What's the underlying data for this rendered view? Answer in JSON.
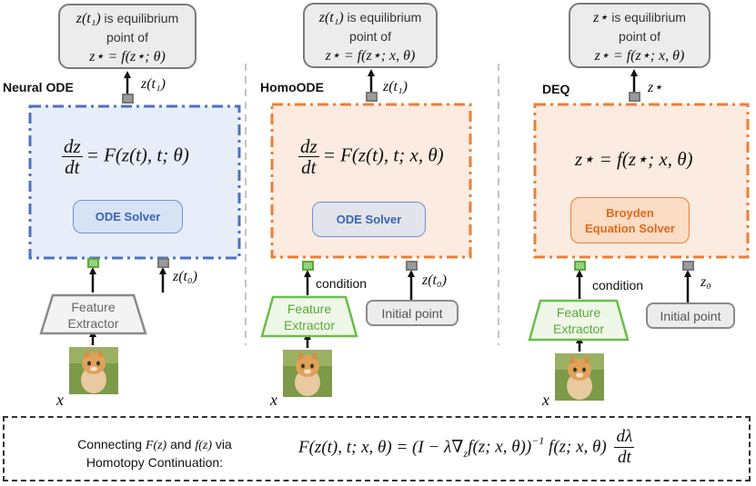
{
  "panels": {
    "neural_ode": {
      "title": "Neural ODE",
      "top_line1_math": "z(t₁)",
      "top_line1_text": " is equilibrium",
      "top_line2": "point of",
      "top_line3_math": "z⋆ = f(z⋆; θ)",
      "output_label": "z(t₁)",
      "equation_lhs_num": "dz",
      "equation_lhs_den": "dt",
      "equation_rhs": "= F(z(t), t; θ)",
      "solver_label": "ODE Solver",
      "initial_label": "z(t₀)",
      "extractor_line1": "Feature",
      "extractor_line2": "Extractor",
      "input_label": "x",
      "box_color": "#4a72c4",
      "box_fill": "#e8eef9"
    },
    "homoode": {
      "title": "HomoODE",
      "top_line1_math": "z(t₁)",
      "top_line1_text": " is equilibrium",
      "top_line2": "point of",
      "top_line3_math": "z⋆ = f(z⋆; x, θ)",
      "output_label": "z(t₁)",
      "equation_lhs_num": "dz",
      "equation_lhs_den": "dt",
      "equation_rhs": "= F(z(t), t; x, θ)",
      "solver_label": "ODE Solver",
      "condition_label": "condition",
      "initial_label": "z(t₀)",
      "initial_point_label": "Initial point",
      "extractor_line1": "Feature",
      "extractor_line2": "Extractor",
      "input_label": "x",
      "box_color": "#ec7f33",
      "box_fill": "#fcebe0"
    },
    "deq": {
      "title": "DEQ",
      "top_line1_math": "z⋆",
      "top_line1_text": " is equilibrium",
      "top_line2": "point of",
      "top_line3_math": "z⋆ = f(z⋆; x, θ)",
      "output_label": "z⋆",
      "equation": "z⋆ = f(z⋆; x, θ)",
      "solver_line1": "Broyden",
      "solver_line2": "Equation Solver",
      "condition_label": "condition",
      "initial_label": "z₀",
      "initial_point_label": "Initial point",
      "extractor_line1": "Feature",
      "extractor_line2": "Extractor",
      "input_label": "x",
      "box_color": "#ec7f33",
      "box_fill": "#fcebe0"
    }
  },
  "bottom": {
    "text_pre": "Connecting ",
    "text_F": "F(z)",
    "text_and": " and ",
    "text_f": "f(z)",
    "text_via": " via",
    "text_line2": "Homotopy Continuation:",
    "equation_lhs": "F(z(t), t; x, θ) = (I − λ∇",
    "equation_sub": "z",
    "equation_mid": "f(z; x, θ))",
    "equation_sup": "−1",
    "equation_tail": " f(z; x, θ)",
    "frac_num": "dλ",
    "frac_den": "dt"
  },
  "colors": {
    "blue_border": "#4a72c4",
    "orange_border": "#ec7f33",
    "green": "#6cbd4a",
    "gray": "#8a8a8a"
  }
}
